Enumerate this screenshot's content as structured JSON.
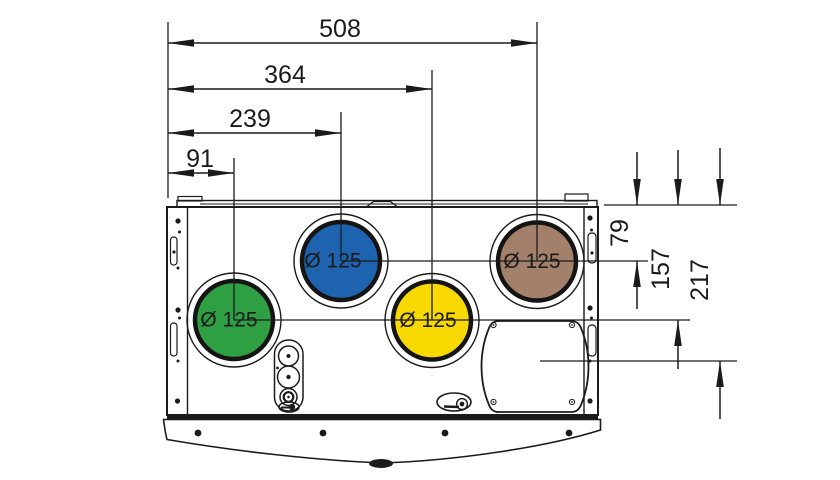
{
  "drawing": {
    "line_color": "#1b1b1b",
    "width_dims": [
      {
        "value": "508"
      },
      {
        "value": "364"
      },
      {
        "value": "239"
      },
      {
        "value": "91"
      }
    ],
    "height_dims": [
      {
        "value": "79"
      },
      {
        "value": "157"
      },
      {
        "value": "217"
      }
    ],
    "ports": [
      {
        "position": "left",
        "label": "Ø 125",
        "color": "#2f9f43"
      },
      {
        "position": "top-middle",
        "label": "Ø 125",
        "color": "#1e63af"
      },
      {
        "position": "bottom-middle",
        "label": "Ø 125",
        "color": "#f8d900"
      },
      {
        "position": "top-right",
        "label": "Ø 125",
        "color": "#a28069"
      }
    ]
  }
}
